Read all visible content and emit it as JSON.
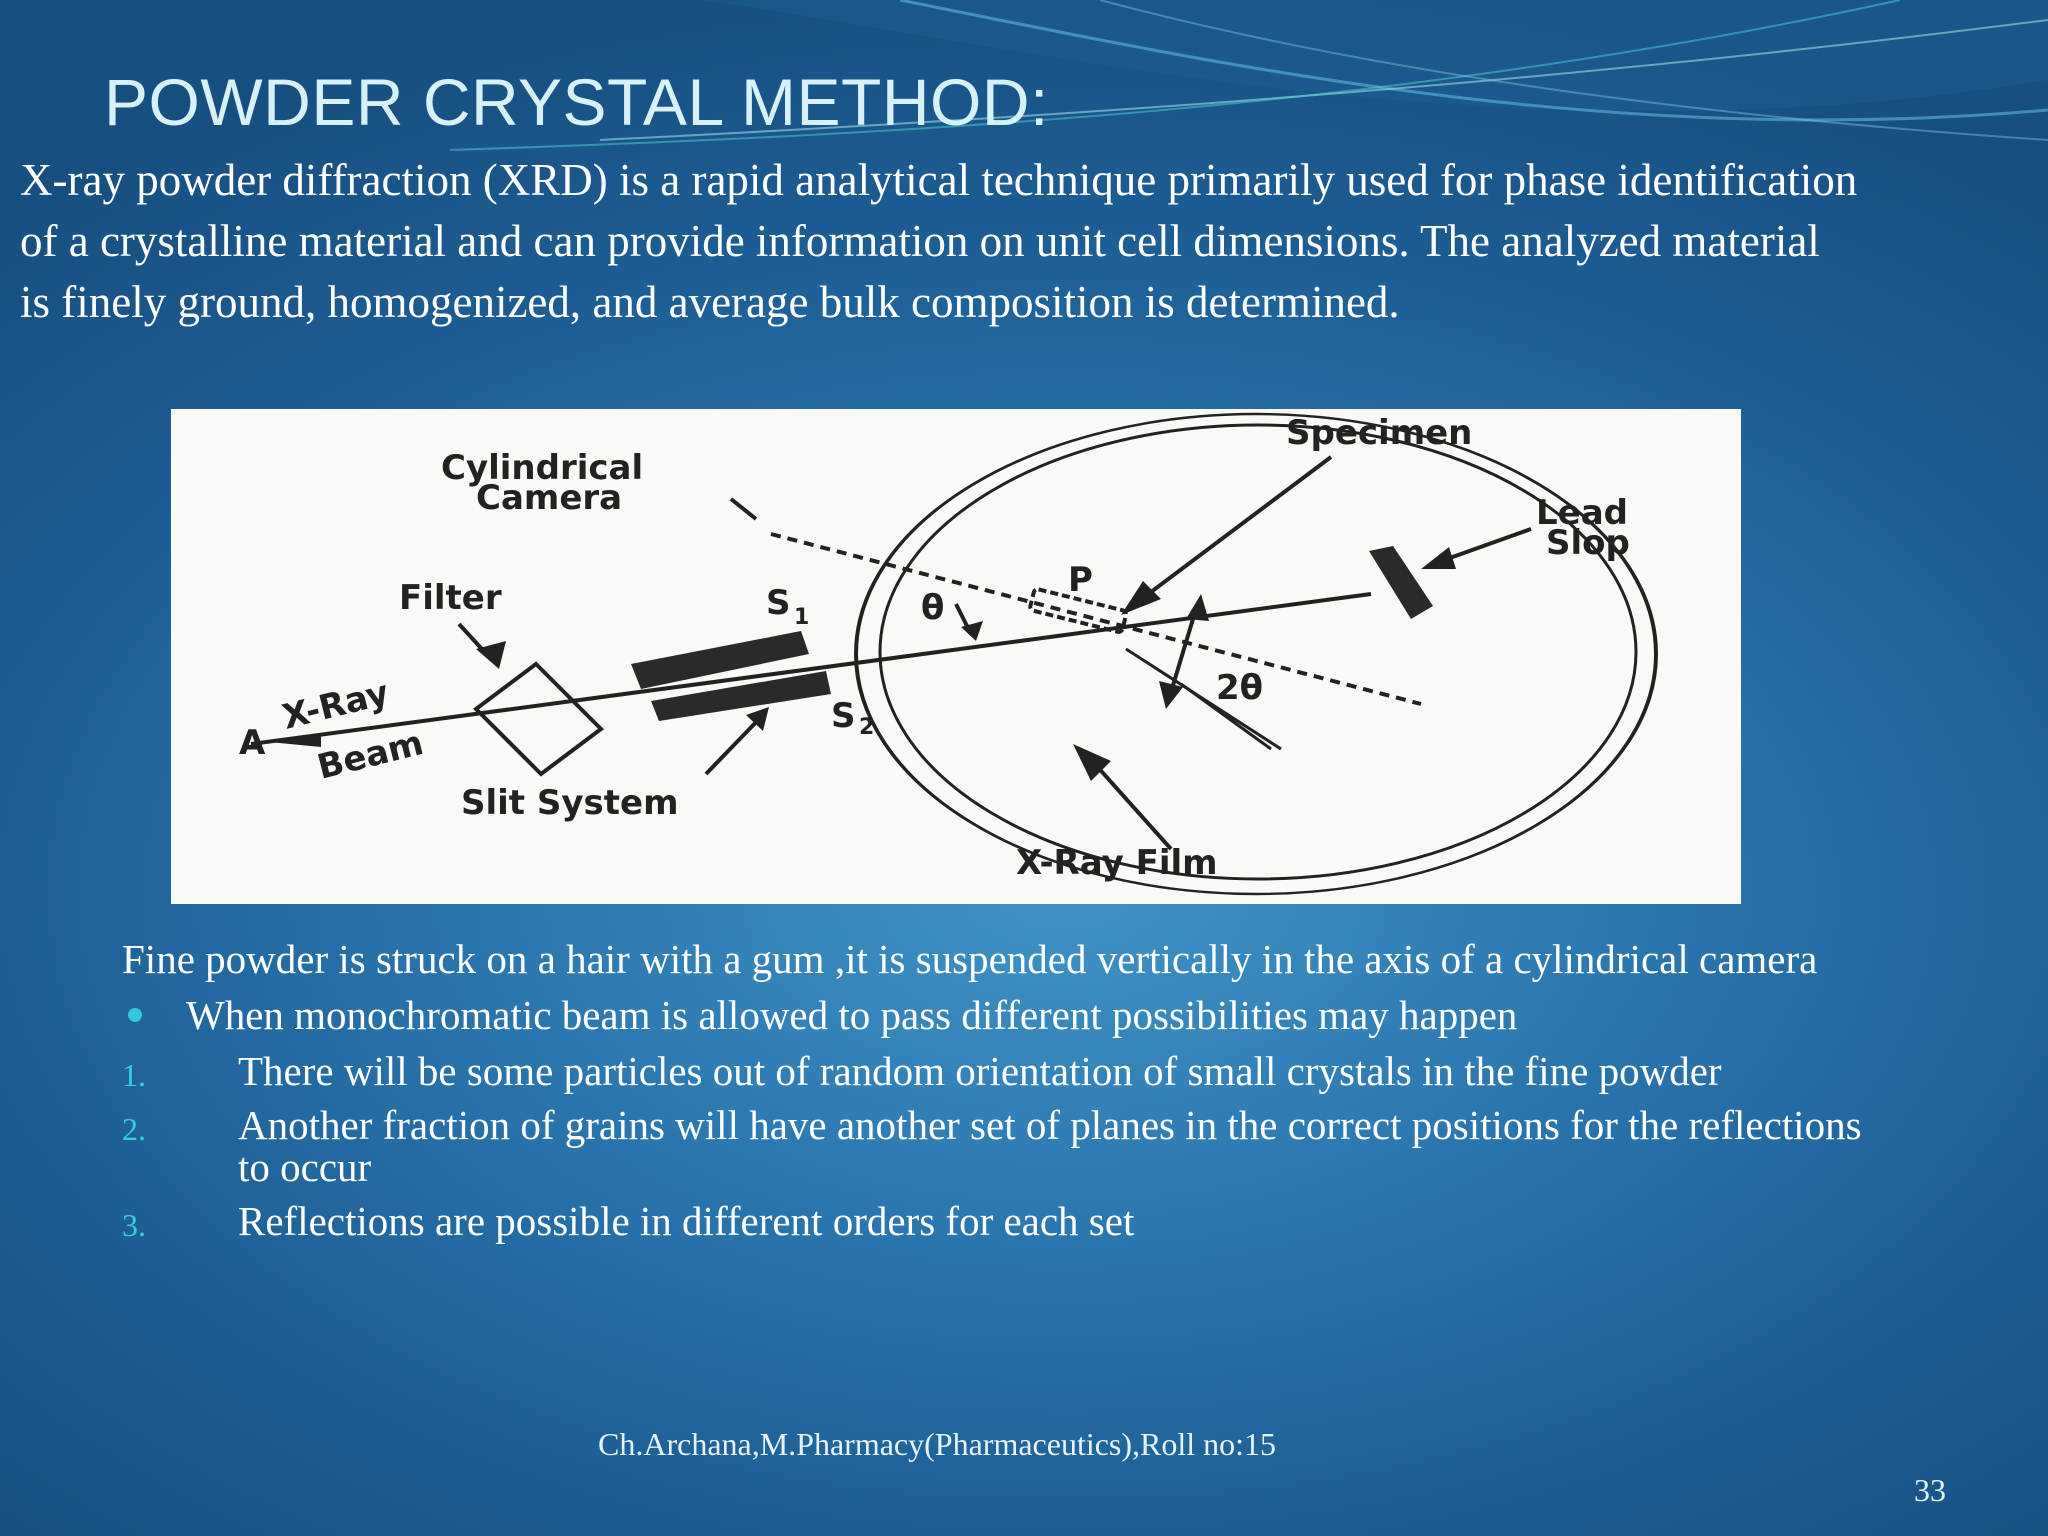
{
  "slide": {
    "title": "POWDER CRYSTAL METHOD:",
    "intro": "X-ray powder diffraction (XRD) is a rapid analytical technique primarily used for phase identification of a crystalline material and can provide information on unit cell dimensions. The analyzed material is finely ground, homogenized, and average bulk composition is determined.",
    "diagram": {
      "labels": {
        "specimen": "Specimen",
        "cylindrical": "Cylindrical",
        "camera": "Camera",
        "lead": "Lead",
        "slop": "Slop",
        "filter": "Filter",
        "s1": "S",
        "s1_sub": "1",
        "theta": "θ",
        "p": "P",
        "two_theta": "2θ",
        "xray": "X-Ray",
        "beam": "Beam",
        "a": "A",
        "s2": "S",
        "s2_sub": "2",
        "slit": "Slit System",
        "film": "X-Ray Film"
      }
    },
    "para1": "Fine powder is struck on a hair with a gum ,it is suspended vertically in the axis of a cylindrical camera",
    "bullet": "When monochromatic beam is allowed to pass different possibilities may happen",
    "items": [
      {
        "n": "1.",
        "text": "There will be some particles out of random orientation  of small crystals in the fine powder"
      },
      {
        "n": "2.",
        "text": "Another fraction of grains will have another set of planes in the correct positions for the reflections to occur"
      },
      {
        "n": "3.",
        "text": "Reflections are possible in different orders  for each set"
      }
    ],
    "footer": "Ch.Archana,M.Pharmacy(Pharmaceutics),Roll no:15",
    "page_number": "33"
  },
  "colors": {
    "accent": "#30c9d8",
    "title": "#d7f1f6",
    "background": "#2a74ad"
  }
}
